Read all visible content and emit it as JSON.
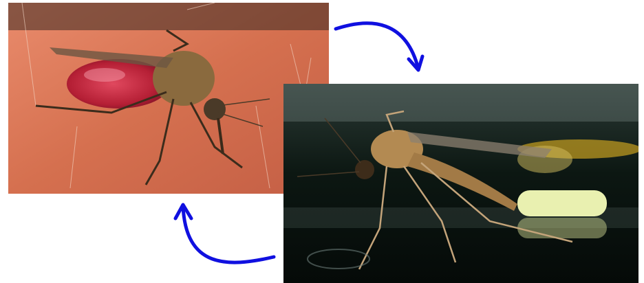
{
  "figure": {
    "panels": [
      {
        "subject": "mosquito-feeding-on-skin",
        "description_icon": "mosquito-blood-meal"
      },
      {
        "subject": "mosquito-laying-egg-raft-on-water",
        "description_icon": "mosquito-egg-raft"
      }
    ],
    "arrows": [
      {
        "direction": "from-feeding-to-laying"
      },
      {
        "direction": "from-laying-to-feeding"
      }
    ],
    "colors": {
      "arrow": "#1010e0",
      "skin": "#d9765a",
      "blood": "#c0203a",
      "water": "#0b1a14",
      "egg_raft": "#e9f0b0"
    }
  }
}
